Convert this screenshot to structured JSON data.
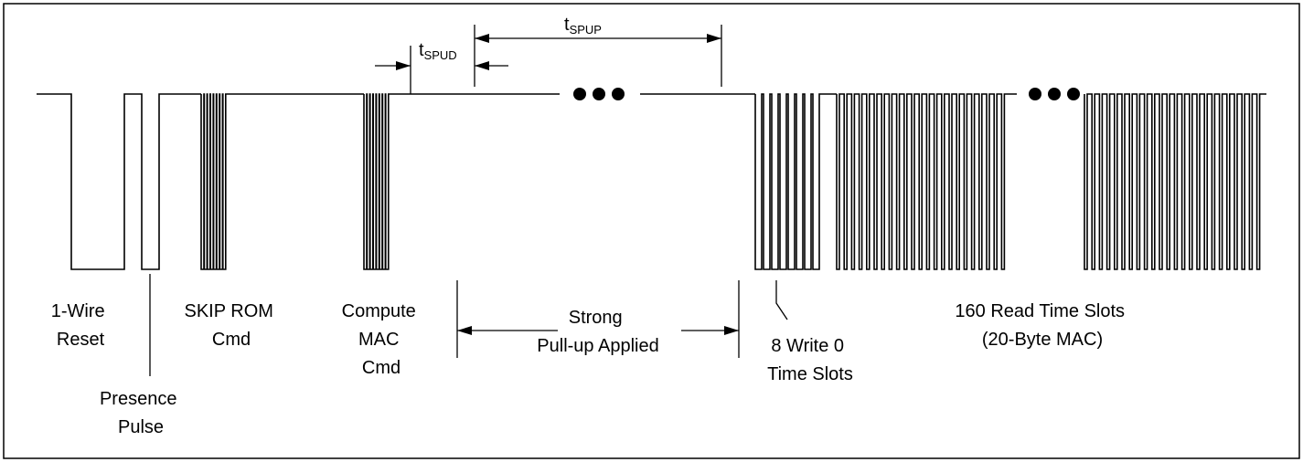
{
  "timing": {
    "spud": {
      "base": "t",
      "sub": "SPUD"
    },
    "spup": {
      "base": "t",
      "sub": "SPUP"
    }
  },
  "labels": {
    "reset": [
      "1-Wire",
      "Reset"
    ],
    "presence": [
      "Presence",
      "Pulse"
    ],
    "skip_rom": [
      "SKIP ROM",
      "Cmd"
    ],
    "compute_mac": [
      "Compute",
      "MAC",
      "Cmd"
    ],
    "strong_pullup": [
      "Strong",
      "Pull-up Applied"
    ],
    "write0": [
      "8 Write 0",
      "Time Slots"
    ],
    "read_slots": [
      "160 Read Time Slots",
      "(20-Byte MAC)"
    ]
  }
}
